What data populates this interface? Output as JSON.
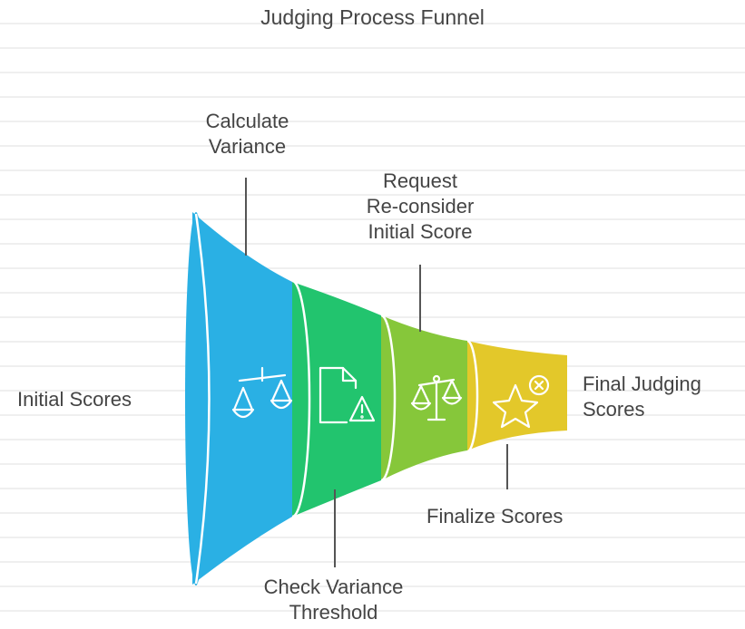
{
  "title": "Judging Process Funnel",
  "input_label": "Initial Scores",
  "output_label": [
    "Final Judging",
    "Scores"
  ],
  "stages": [
    {
      "label": [
        "Calculate",
        "Variance"
      ],
      "color": "#2ab0e4",
      "icon": "scales-icon"
    },
    {
      "label": [
        "Check Variance",
        "Threshold"
      ],
      "color": "#22c46e",
      "icon": "document-warning-icon"
    },
    {
      "label": [
        "Request",
        "Re-consider",
        "Initial Score"
      ],
      "color": "#86c73a",
      "icon": "balance-scale-icon"
    },
    {
      "label": [
        "Finalize Scores"
      ],
      "color": "#e3c82a",
      "icon": "star-x-icon"
    }
  ]
}
